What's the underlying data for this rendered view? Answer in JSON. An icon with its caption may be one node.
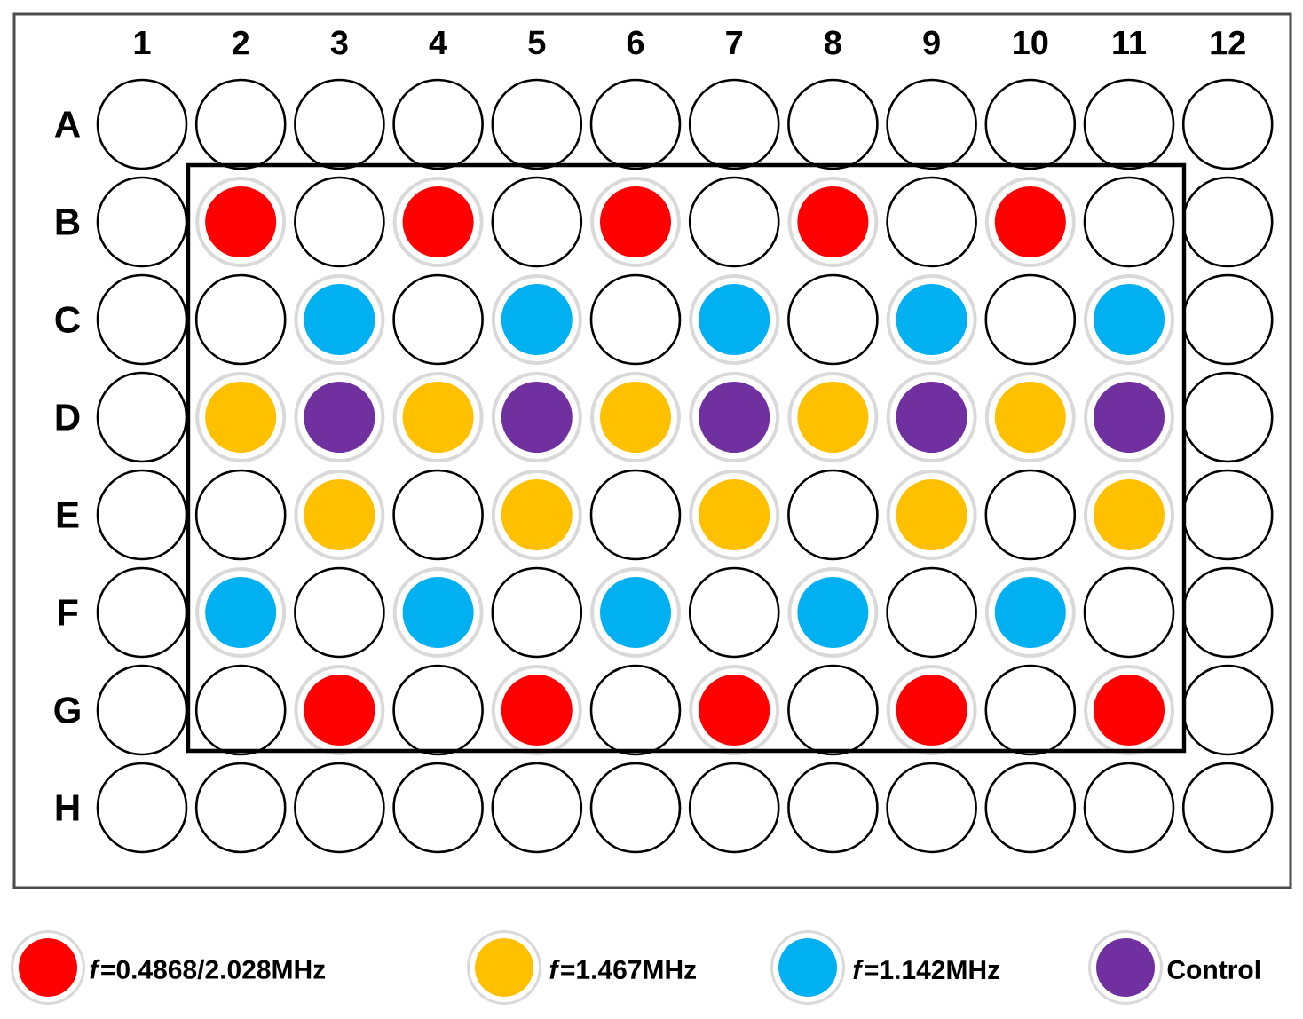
{
  "diagram": {
    "labels": [
      "1",
      "2",
      "3",
      "4",
      "5",
      "6",
      "7",
      "8",
      "9",
      "10",
      "11",
      "12",
      "A",
      "B",
      "C",
      "D",
      "E",
      "F",
      "G",
      "H"
    ],
    "legend": [
      {
        "text": "*f*=0.4868/2.028MHz",
        "color": "#ff0000"
      },
      {
        "text": "*f*=1.467MHz",
        "color": "#ffc000"
      },
      {
        "text": "*f*=1.142MHz",
        "color": "#00b0f0"
      },
      {
        "text": "Control",
        "color": "#7030a0"
      }
    ]
  }
}
